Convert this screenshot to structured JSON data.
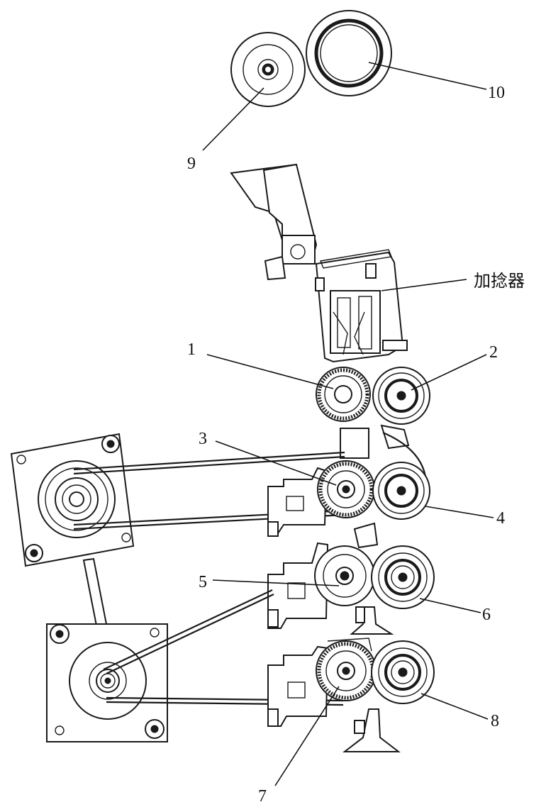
{
  "labels": {
    "l1": "1",
    "l2": "2",
    "l3": "3",
    "l4": "4",
    "l5": "5",
    "l6": "6",
    "l7": "7",
    "l8": "8",
    "l9": "9",
    "l10": "10",
    "twister": "加捻器"
  }
}
